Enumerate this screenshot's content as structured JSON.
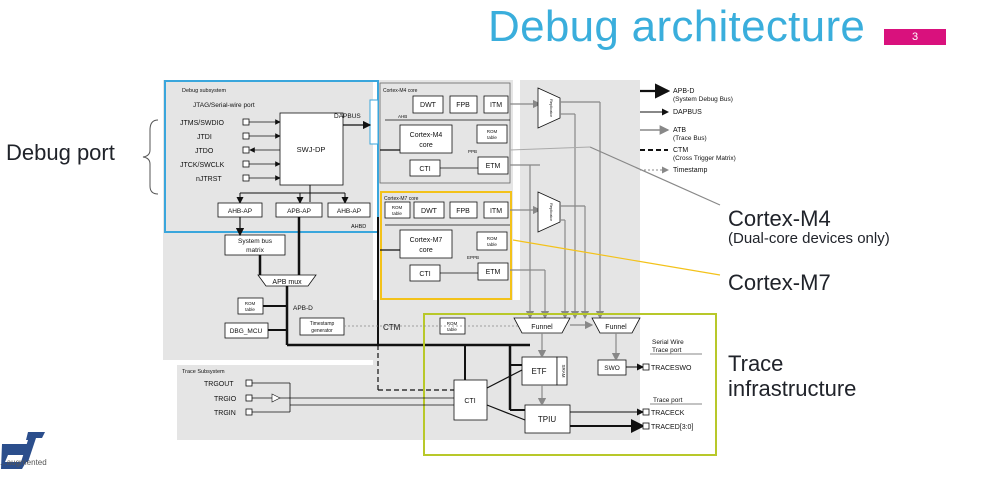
{
  "slide": {
    "title": "Debug architecture",
    "page_number": "3"
  },
  "callouts": {
    "debug_port": "Debug port",
    "cortex_m4": "Cortex-M4",
    "cortex_m4_note": "(Dual-core devices only)",
    "cortex_m7": "Cortex-M7",
    "trace_line1": "Trace",
    "trace_line2": "infrastructure"
  },
  "diagram": {
    "debug_subsystem": "Debug subsystem",
    "jtag_port": "JTAG/Serial-wire port",
    "pins": [
      "JTMS/SWDIO",
      "JTDI",
      "JTDO",
      "JTCK/SWCLK",
      "nJTRST"
    ],
    "swj_dp": "SWJ-DP",
    "dapbus": "DAPBUS",
    "ap_blocks": [
      "AHB-AP",
      "APB-AP",
      "AHB-AP"
    ],
    "ahbd": "AHBD",
    "system_bus_matrix": [
      "System bus",
      "matrix"
    ],
    "apb_mux": "APB mux",
    "rom_table": [
      "ROM",
      "table"
    ],
    "apbd_label": "APB-D",
    "dbg_mcu": "DBG_MCU",
    "timestamp_gen": [
      "Timestamp",
      "generator"
    ],
    "ctm": "CTM",
    "m4_core_title": "Cortex-M4 core",
    "m7_core_title": "Cortex-M7 core",
    "dwt": "DWT",
    "fpb": "FPB",
    "itm": "ITM",
    "etm": "ETM",
    "cti": "CTI",
    "ahb": "AHB",
    "ppb": "PPB",
    "eppb": "EPPB",
    "cm4_core": [
      "Cortex-M4",
      "core"
    ],
    "cm7_core": [
      "Cortex-M7",
      "core"
    ],
    "replicator": "Replicator",
    "funnel": "Funnel",
    "etf": "ETF",
    "sram": "SRAM",
    "tpiu": "TPIU",
    "swo": "SWO",
    "serial_wire_trace_port": [
      "Serial Wire",
      "Trace port"
    ],
    "traceswo": "TRACESWO",
    "trace_port": "Trace port",
    "traceck": "TRACECK",
    "traced": "TRACED[3:0]",
    "trace_subsystem": "Trace Subsystem",
    "trig_pins": [
      "TRGOUT",
      "TRGIO",
      "TRGIN"
    ],
    "legend": [
      {
        "label": "APB-D",
        "sub": "(System Debug Bus)"
      },
      {
        "label": "DAPBUS",
        "sub": ""
      },
      {
        "label": "ATB",
        "sub": "(Trace Bus)"
      },
      {
        "label": "CTM",
        "sub": "(Cross Trigger Matrix)"
      },
      {
        "label": "Timestamp",
        "sub": ""
      }
    ]
  },
  "logo": {
    "tagline": "...augmented"
  },
  "colors": {
    "title": "#3aaedc",
    "badge": "#d9117d",
    "debug_highlight": "#3aa6dc",
    "m7_highlight": "#f3c21a",
    "trace_highlight": "#b8c82a"
  }
}
